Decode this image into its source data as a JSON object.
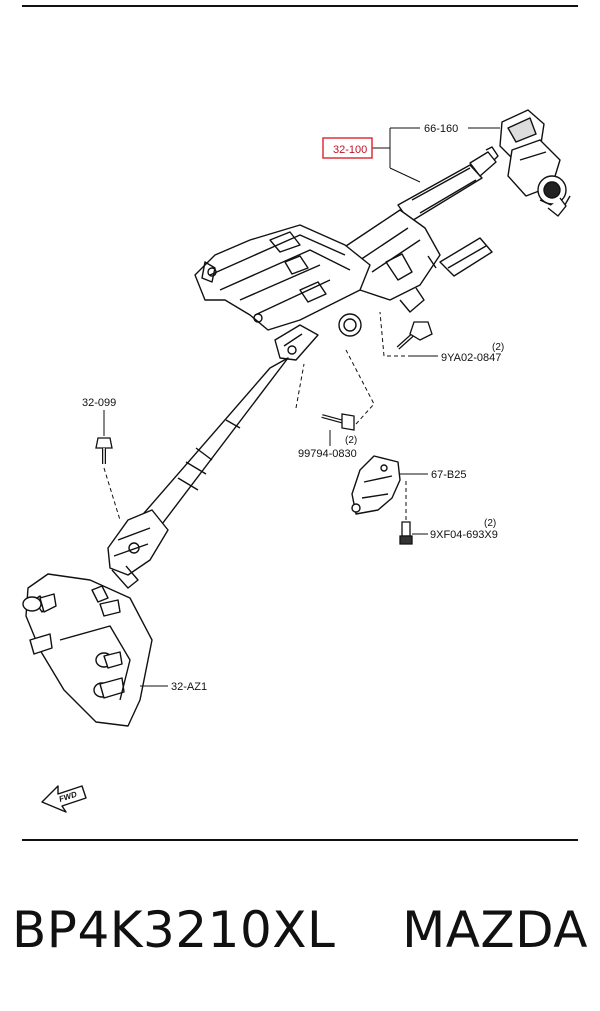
{
  "diagram": {
    "callouts": {
      "part_66_160": "66-160",
      "part_32_100": "32-100",
      "part_9ya02": "9YA02-0847",
      "qty_9ya02": "(2)",
      "part_32_099": "32-099",
      "part_99794": "99794-0830",
      "qty_99794": "(2)",
      "part_67_b25": "67-B25",
      "part_9xf04": "9XF04-693X9",
      "qty_9xf04": "(2)",
      "part_32_az1": "32-AZ1"
    },
    "fwd_label": "FWD",
    "highlight_color": "#e0303a"
  },
  "caption": {
    "part_number": "BP4K3210XL",
    "brand": "MAZDA"
  }
}
